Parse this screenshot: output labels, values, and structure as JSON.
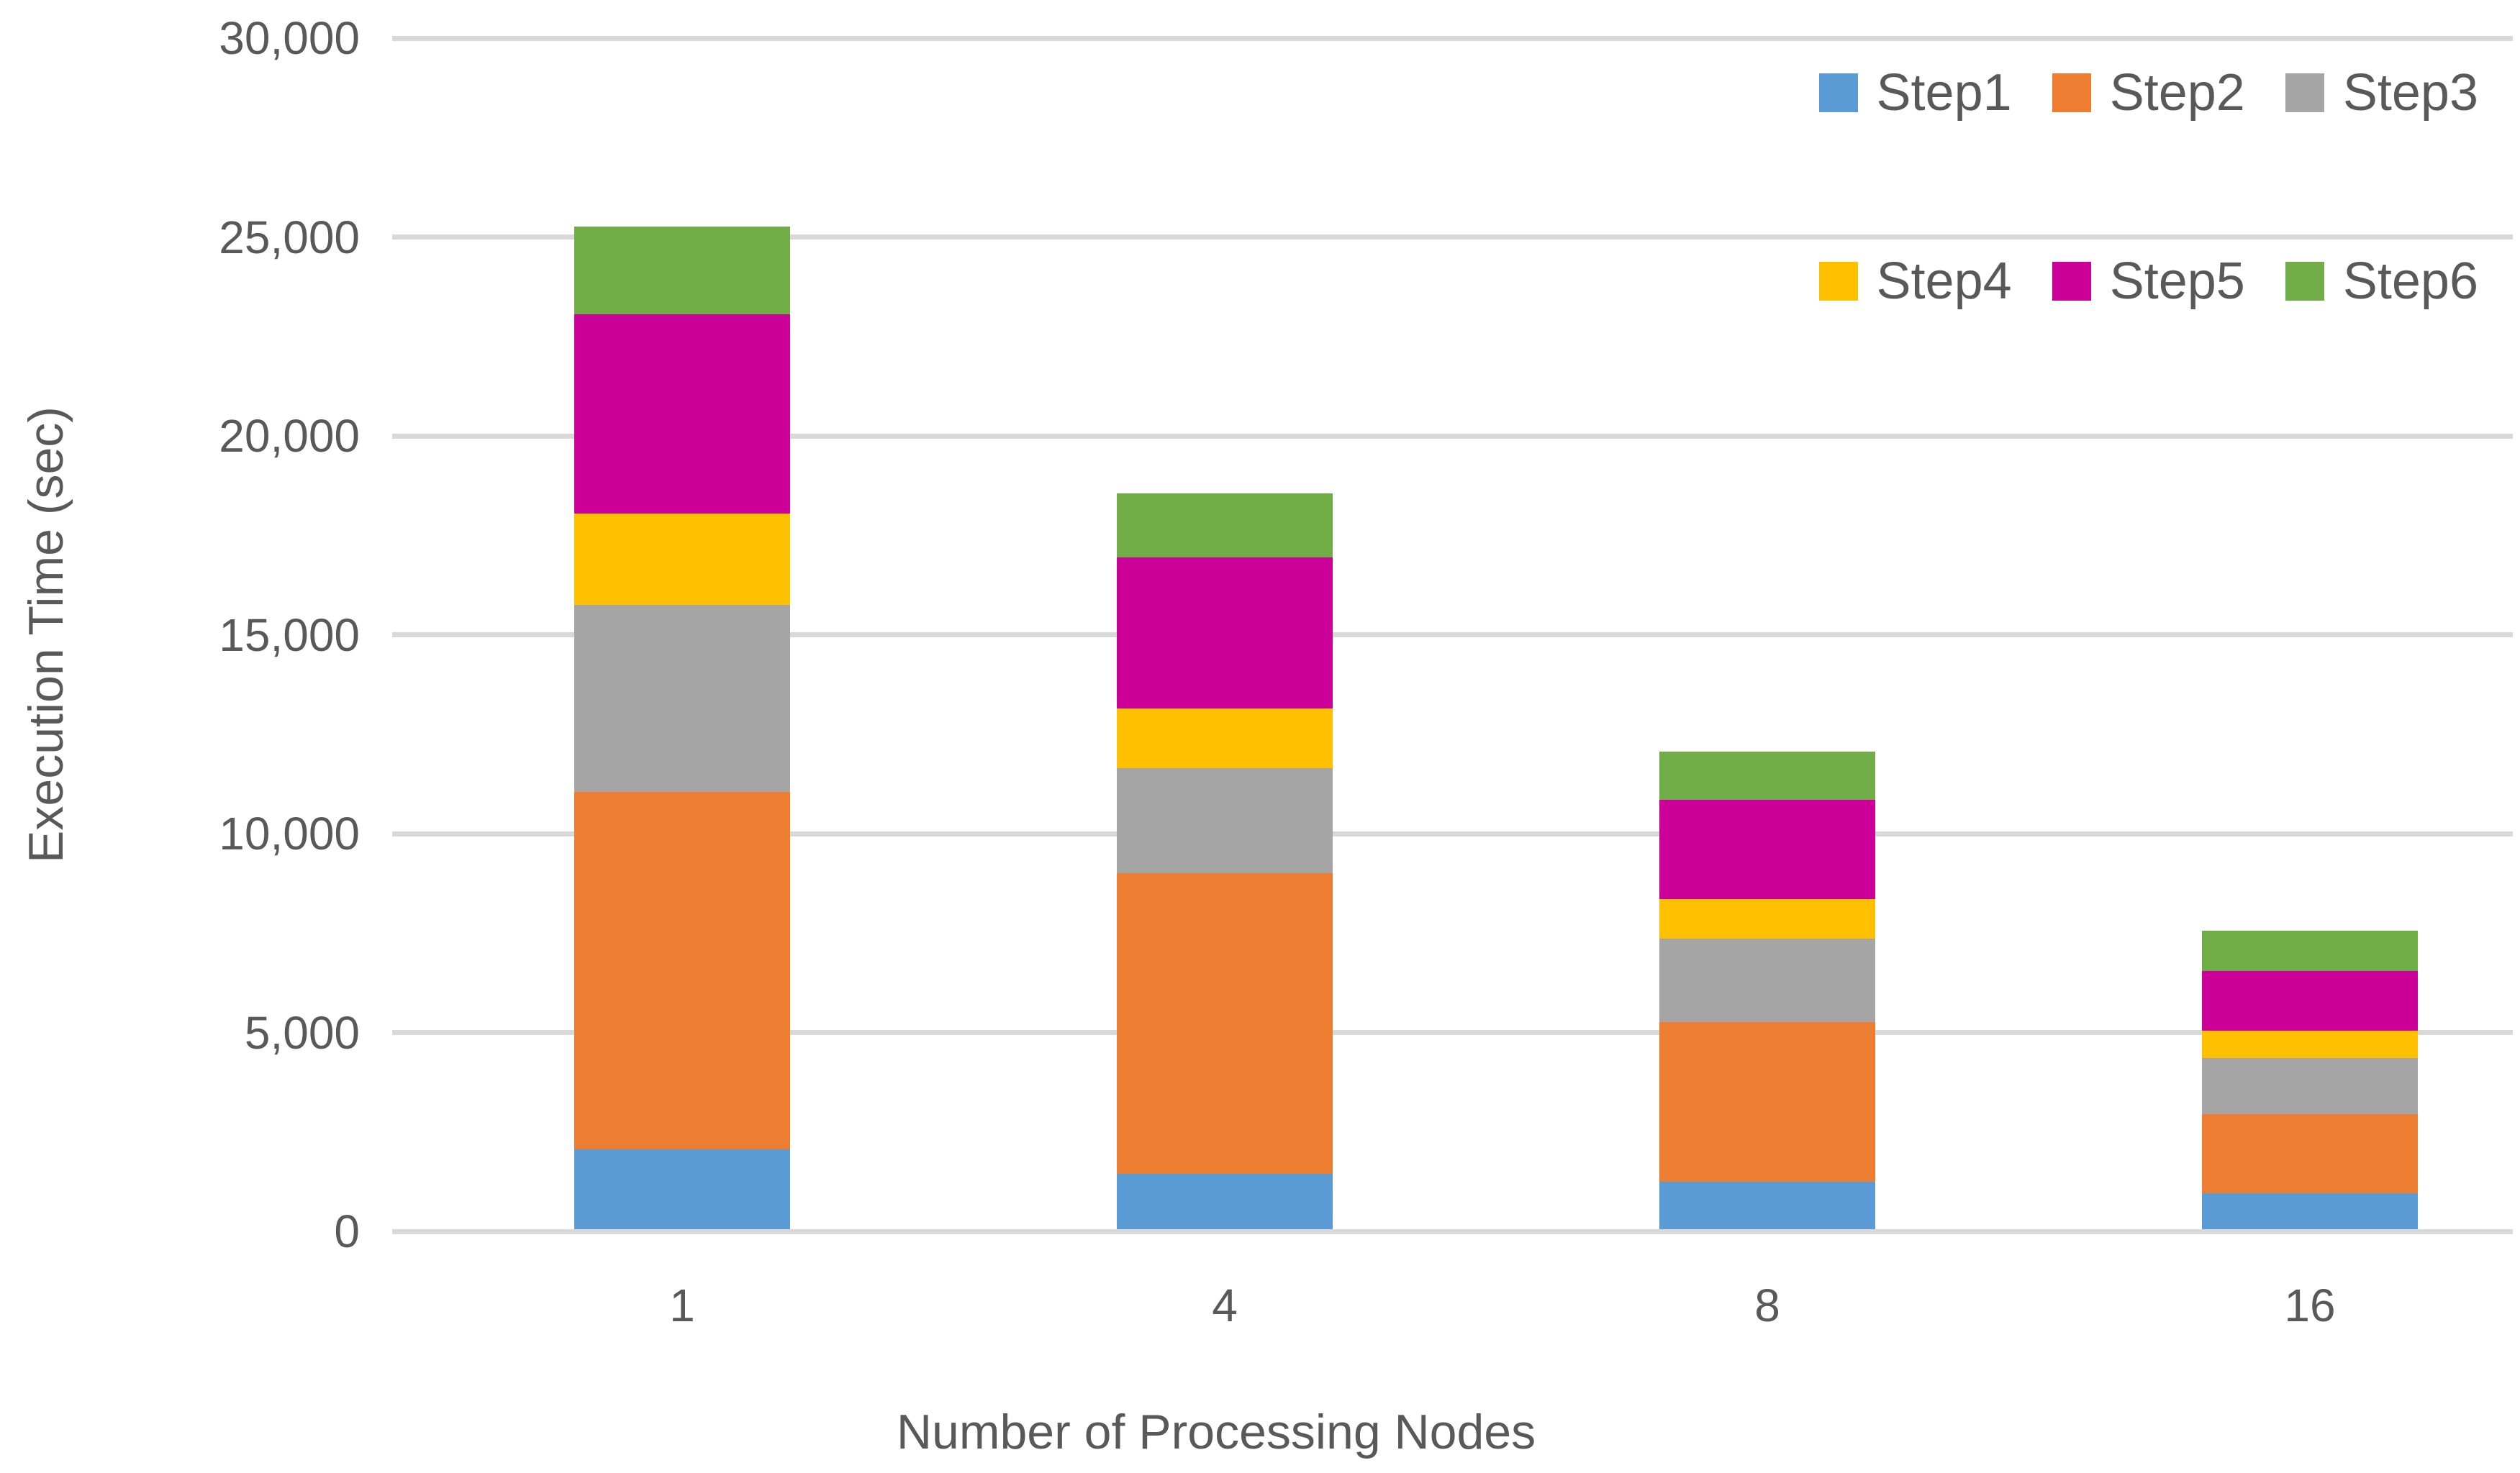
{
  "chart_data": {
    "type": "bar",
    "stacked": true,
    "categories": [
      "1",
      "4",
      "8",
      "16"
    ],
    "series": [
      {
        "name": "Step1",
        "color": "#5B9BD5",
        "values": [
          2000,
          1400,
          1200,
          900
        ]
      },
      {
        "name": "Step2",
        "color": "#ED7D31",
        "values": [
          9000,
          7550,
          4000,
          2000
        ]
      },
      {
        "name": "Step3",
        "color": "#A5A5A5",
        "values": [
          4700,
          2650,
          2100,
          1400
        ]
      },
      {
        "name": "Step4",
        "color": "#FFC000",
        "values": [
          2300,
          1500,
          1000,
          700
        ]
      },
      {
        "name": "Step5",
        "color": "#CC0099",
        "values": [
          5000,
          3800,
          2500,
          1500
        ]
      },
      {
        "name": "Step6",
        "color": "#70AD47",
        "values": [
          2200,
          1600,
          1200,
          1000
        ]
      }
    ],
    "totals": [
      25200,
      18500,
      12000,
      7500
    ],
    "xlabel": "Number of Processing Nodes",
    "ylabel": "Execution Time (sec)",
    "ylim": [
      0,
      30000
    ],
    "yticks": [
      0,
      5000,
      10000,
      15000,
      20000,
      25000,
      30000
    ],
    "ytick_labels": [
      "0",
      "5,000",
      "10,000",
      "15,000",
      "20,000",
      "25,000",
      "30,000"
    ],
    "grid": true,
    "grid_color": "#D9D9D9",
    "text_color": "#595959",
    "background": "#FFFFFF",
    "legend_position": "top-right",
    "legend_rows": [
      [
        "Step1",
        "Step2",
        "Step3"
      ],
      [
        "Step4",
        "Step5",
        "Step6"
      ]
    ]
  }
}
